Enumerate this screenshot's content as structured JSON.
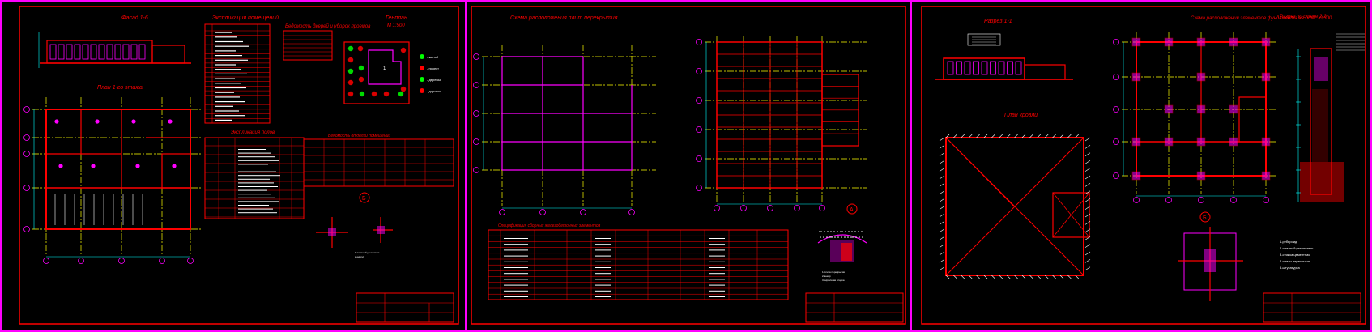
{
  "colors": {
    "background": "#000000",
    "frame": "#ff0000",
    "sheet_border": "#ff00ff",
    "wall": "#ff0000",
    "axis": "#ffff00",
    "dimension": "#00ffff",
    "text_title": "#ff0000",
    "green": "#00ff00",
    "white": "#ffffff"
  },
  "sheets": [
    {
      "titles": {
        "facade": "Фасад 1-6",
        "plan": "План 1-го этажа",
        "explication": "Экспликация помещений",
        "doors": "Ведомость дверей и уборок проемов",
        "genplan": "Генплан",
        "genplan_scale": "М 1:500",
        "floor_table": "Экспликация полов",
        "openings": "Ведомость отделки помещений"
      },
      "legend_genplan": [
        "- жилой",
        "- проект",
        "- деревья",
        "- дорожки"
      ],
      "node_label": "Б"
    },
    {
      "titles": {
        "plan": "Схема расположения плит перекрытия",
        "spec": "Спецификация сборных железобетонных элементов"
      },
      "node_label": "А"
    },
    {
      "titles": {
        "section": "Разрез 1-1",
        "foundation": "Схема расположения элементов фундамента на отм. -0,300",
        "section2": "Разрез по стене 2-2",
        "roof": "План кровли"
      },
      "node_label": "Б",
      "legend": [
        "1-рубероид",
        "2-плитный утеплитель",
        "3-стяжка цементная",
        "4-плиты перекрытия",
        "5-штукатурка"
      ]
    }
  ]
}
